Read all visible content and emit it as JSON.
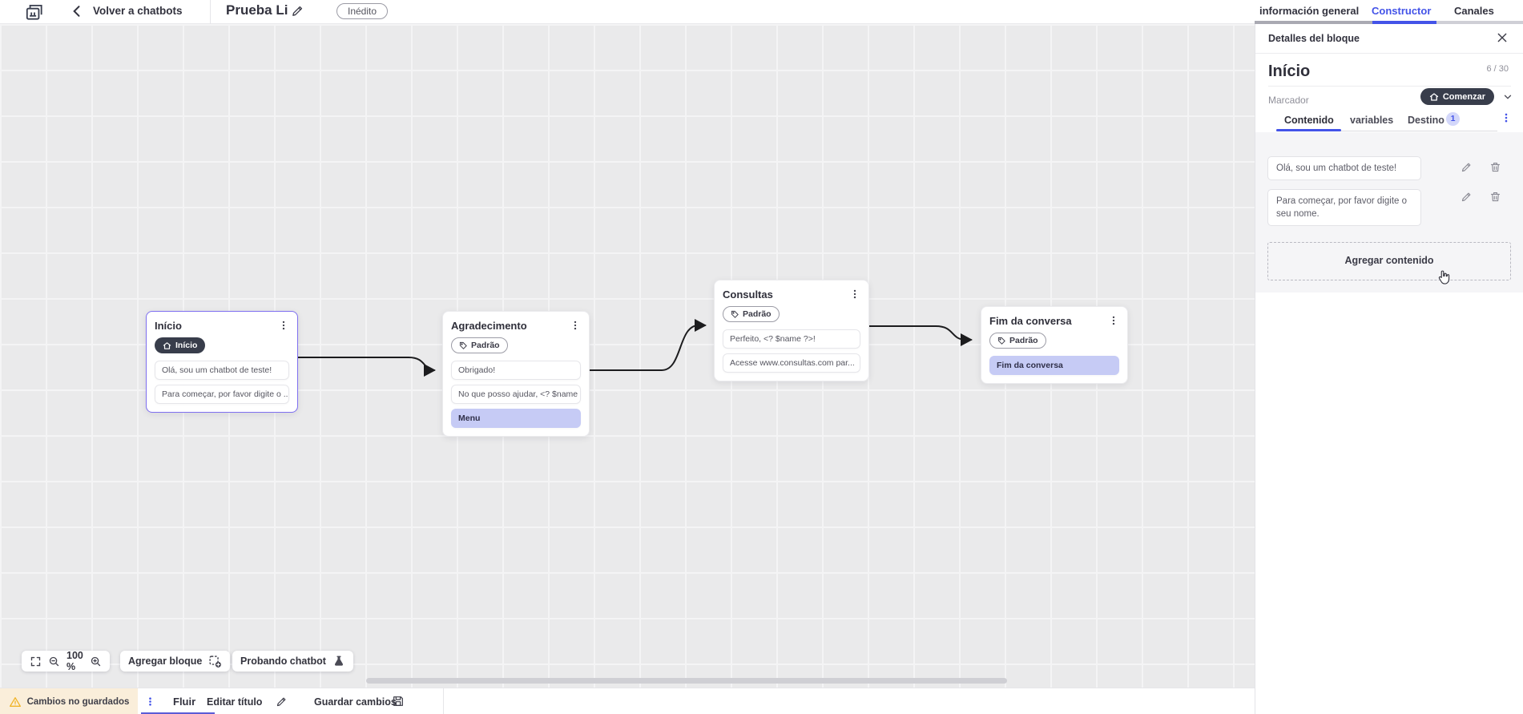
{
  "header": {
    "back_label": "Volver a chatbots",
    "title": "Prueba Li",
    "status_badge": "Inédito",
    "tabs": [
      {
        "label": "información general",
        "active": false
      },
      {
        "label": "Constructor",
        "active": true
      },
      {
        "label": "Canales",
        "active": false
      }
    ]
  },
  "canvas": {
    "nodes": [
      {
        "title": "Início",
        "badge": "Início",
        "badge_style": "dark-start",
        "selected": true,
        "rows": [
          {
            "text": "Olá, sou um chatbot de teste!",
            "type": "text"
          },
          {
            "text": "Para começar, por favor digite o ...",
            "type": "text"
          }
        ]
      },
      {
        "title": "Agradecimento",
        "badge": "Padrão",
        "badge_style": "outline-tag",
        "selected": false,
        "rows": [
          {
            "text": "Obrigado!",
            "type": "text"
          },
          {
            "text": "No que posso ajudar, <? $name ...",
            "type": "text"
          },
          {
            "text": "Menu",
            "type": "highlight"
          }
        ]
      },
      {
        "title": "Consultas",
        "badge": "Padrão",
        "badge_style": "outline-tag",
        "selected": false,
        "rows": [
          {
            "text": "Perfeito, <? $name ?>!",
            "type": "text"
          },
          {
            "text": "Acesse www.consultas.com par...",
            "type": "text"
          }
        ]
      },
      {
        "title": "Fim da conversa",
        "badge": "Padrão",
        "badge_style": "outline-tag",
        "selected": false,
        "rows": [
          {
            "text": "Fim da conversa",
            "type": "highlight"
          }
        ]
      }
    ],
    "toolbar": {
      "zoom_level": "100 %",
      "add_block_label": "Agregar bloque",
      "test_label": "Probando chatbot"
    }
  },
  "panel": {
    "header": "Detalles del bloque",
    "block_title": "Início",
    "char_count": "6 / 30",
    "marker_label": "Marcador",
    "marker_value": "Comenzar",
    "tabs": [
      {
        "label": "Contenido",
        "active": true
      },
      {
        "label": "variables",
        "active": false
      },
      {
        "label": "Destino",
        "active": false,
        "badge": "1"
      }
    ],
    "contents": [
      {
        "text": "Olá, sou um chatbot de teste!"
      },
      {
        "text": "Para começar, por favor digite o seu nome."
      }
    ],
    "add_content_label": "Agregar contenido"
  },
  "footer": {
    "warning": "Cambios no guardados",
    "tab": "Fluir",
    "edit_title_label": "Editar título",
    "save_label": "Guardar cambios"
  },
  "colors": {
    "accent_blue": "#4353e8",
    "selection_purple": "#7e6ff0",
    "highlight_row": "#c6cbf5",
    "dark_pill": "#383d4b",
    "warning_bg": "#faeeda",
    "warning_icon": "#f0b429",
    "footer_underline": "#5b5bd6",
    "canvas_bg": "#eaeaeb"
  }
}
